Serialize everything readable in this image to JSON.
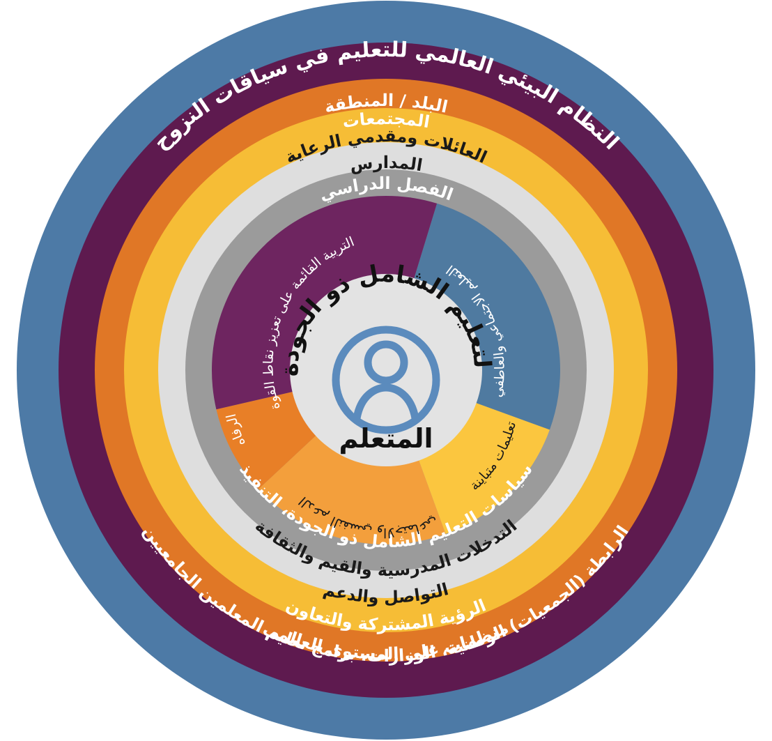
{
  "colors": {
    "global": "#4d7aa6",
    "country": "#5e1a4f",
    "communities": "#e07726",
    "families": "#f6bd36",
    "schools": "#dedede",
    "classroom": "#9b9b9b",
    "sel": "#4f7aa0",
    "strengths": "#6e2560",
    "wellbeing": "#e87f27",
    "psychosocial": "#f39f3c",
    "differentiated": "#fbc63f",
    "center": "#e3e3e3",
    "icon": "#5b8bbd"
  },
  "rings": {
    "global": {
      "top": "النظام البيئي العالمي للتعليم في سياقات النزوح",
      "bottom": "منظمات على المستوى العالمي"
    },
    "country": {
      "top": "البلد / المنطقة",
      "bottom": "الرابطة (الجمعيات) الوطنية، الوزارات، برامج تعليم المعلمين الجامعيين"
    },
    "communities": {
      "top": "المجتمعات",
      "bottom": "الرؤية المشتركة والتعاون"
    },
    "families": {
      "top": "العائلات ومقدمي الرعاية",
      "bottom": "التواصل والدعم"
    },
    "schools": {
      "top": "المدارس",
      "bottom": "التدخلات المدرسية والقيم والثقافة"
    },
    "classroom": {
      "top": "الفصل الدراسي",
      "bottom": "سياسات التعليم الشامل ذو الجودة، التنفيذ"
    }
  },
  "sectors": {
    "sel": "التعليم الاجتماعي والعاطفي",
    "strengths": "التربية القائمة على تعزيز نقاط القوة",
    "wellbeing": "الرفاه",
    "psychosocial": "الدعم النفسي والاجتماعي",
    "differentiated": "تعليمات متباينة"
  },
  "center": {
    "title": "التعليم الشامل ذو الجودة",
    "learner": "المتعلم",
    "icon": "person-icon"
  }
}
